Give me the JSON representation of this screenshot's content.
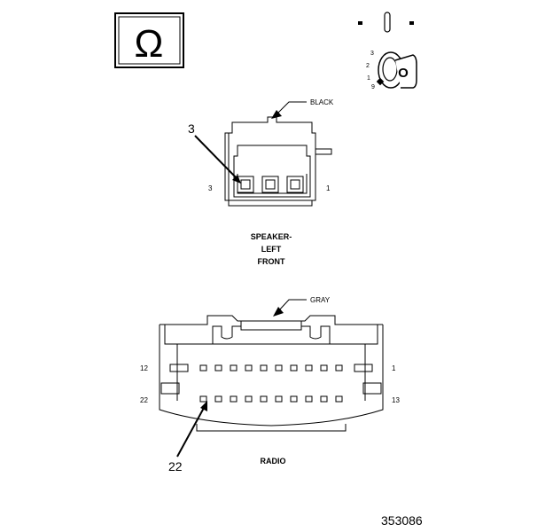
{
  "symbols": {
    "ohm_symbol": "Ω",
    "ignition_key_letter": "O",
    "ignition_positions": [
      "3",
      "2",
      "1",
      "9"
    ]
  },
  "speaker_connector": {
    "color_label": "BLACK",
    "callout_number": "3",
    "pin_left": "3",
    "pin_right": "1",
    "title_lines": [
      "SPEAKER-",
      "LEFT",
      "FRONT"
    ]
  },
  "radio_connector": {
    "color_label": "GRAY",
    "pin_top_left": "12",
    "pin_top_right": "1",
    "pin_bottom_left": "22",
    "pin_bottom_right": "13",
    "callout_number": "22",
    "title": "RADIO"
  },
  "figure_number": "353086"
}
